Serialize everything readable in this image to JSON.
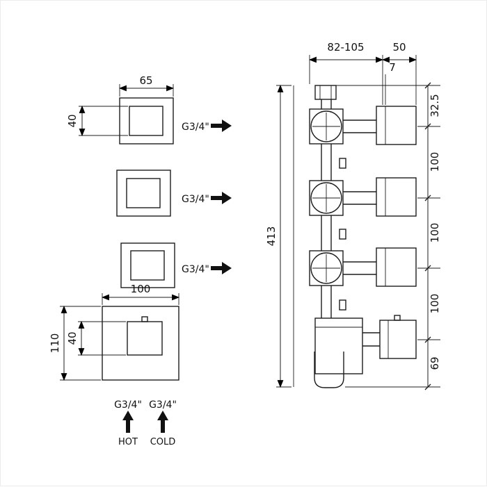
{
  "front_view": {
    "knob_width_label": "65",
    "knob_height_label": "40",
    "outlet_labels": [
      "G3/4\"",
      "G3/4\"",
      "G3/4\""
    ],
    "plate": {
      "width_label": "100",
      "height_label": "110",
      "knob_height_label": "40"
    },
    "inlets": {
      "hot_thread_label": "G3/4\"",
      "cold_thread_label": "G3/4\"",
      "hot_label": "HOT",
      "cold_label": "COLD"
    }
  },
  "side_view": {
    "depth_range_label": "82-105",
    "handle_length_label": "50",
    "flange_thickness_label": "7",
    "overall_height_label": "413",
    "top_spacing_label": "32.5",
    "port_spacing_labels": [
      "100",
      "100",
      "100"
    ],
    "bottom_spacing_label": "69"
  }
}
